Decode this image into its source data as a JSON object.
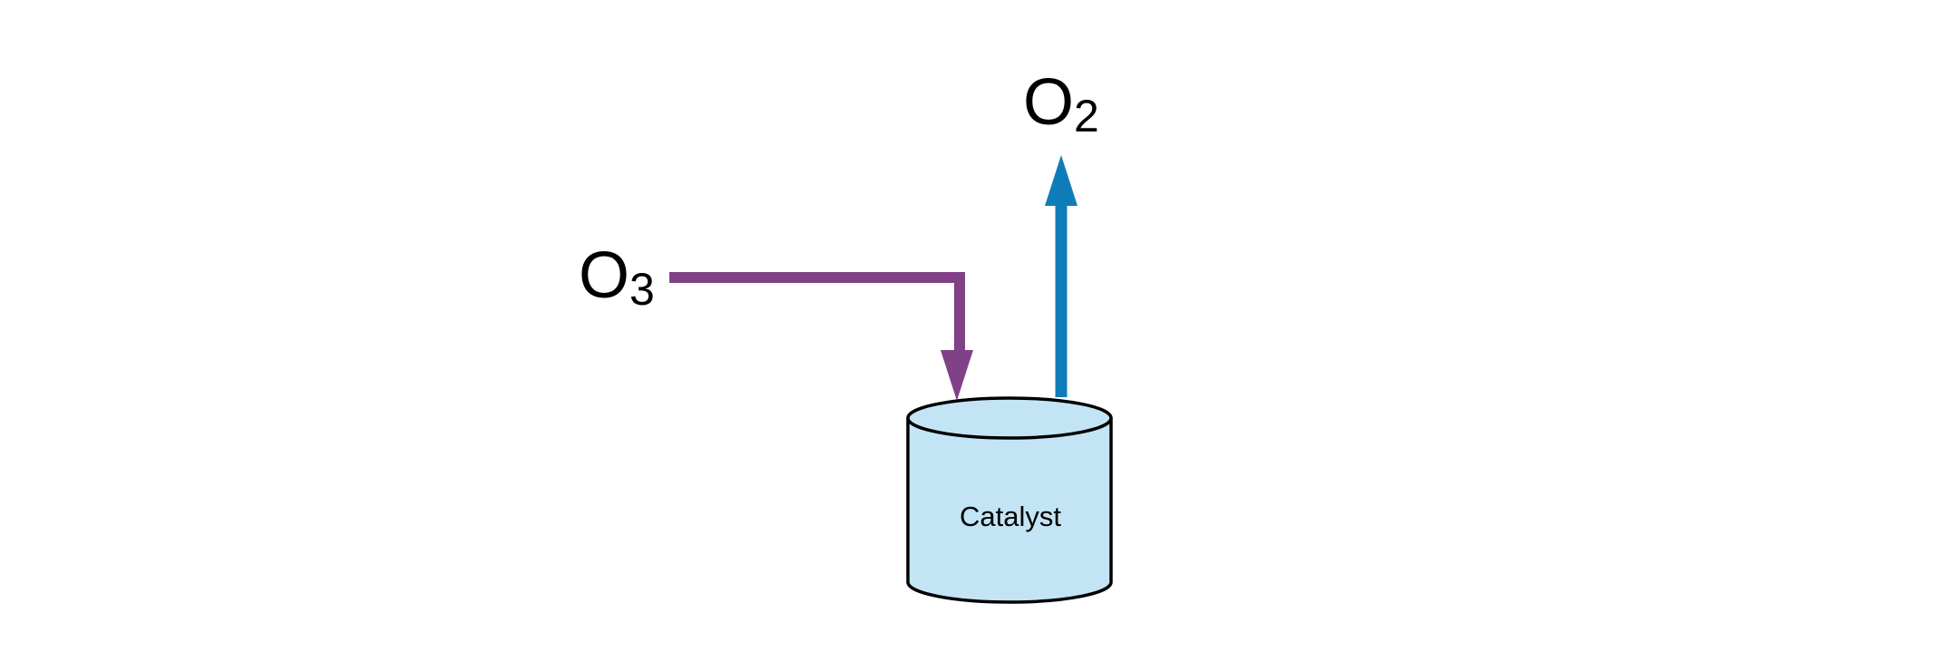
{
  "species": {
    "input": {
      "base": "O",
      "subscript": "3"
    },
    "output": {
      "base": "O",
      "subscript": "2"
    }
  },
  "catalyst": {
    "label": "Catalyst"
  },
  "colors": {
    "background": "#ffffff",
    "input_arrow": "#804187",
    "output_arrow": "#0F7CBA",
    "catalyst_fill": "#C3E4F5",
    "catalyst_stroke": "#000000",
    "text": "#000000"
  }
}
